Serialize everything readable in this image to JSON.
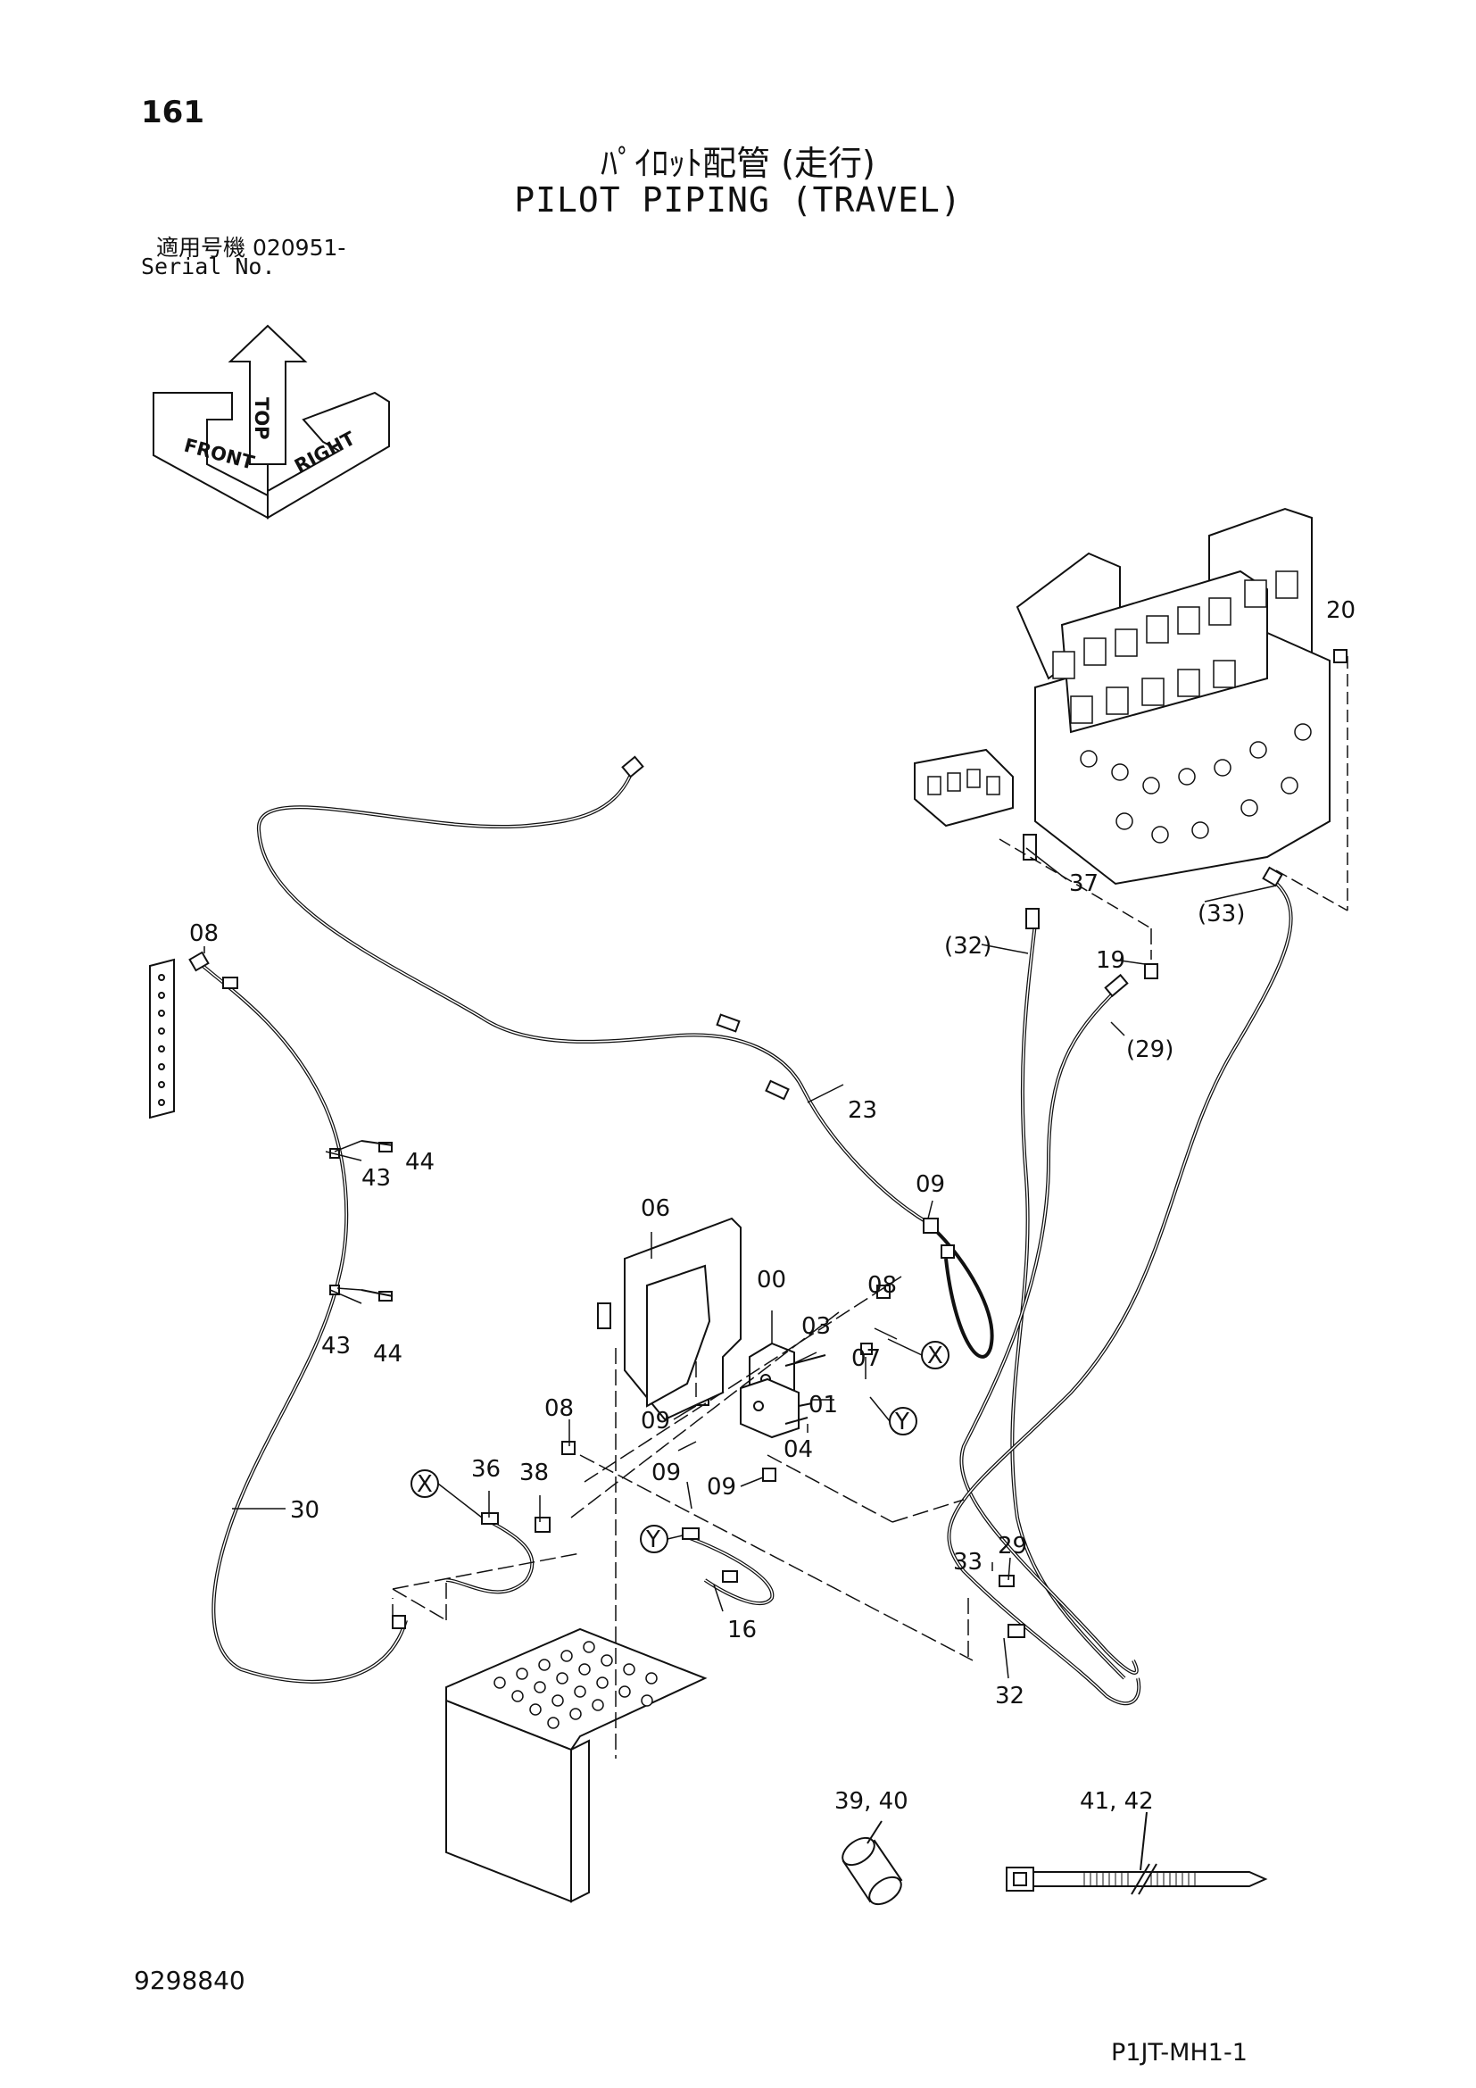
{
  "header": {
    "page_number": "161",
    "title_jp": "ﾊﾟｲﾛｯﾄ配管 (走行)",
    "title_en": "PILOT PIPING (TRAVEL)",
    "serial_label_jp": "適用号機  020951-",
    "serial_label_en": "Serial No."
  },
  "orientation": {
    "top": "TOP",
    "front": "FRONT",
    "right": "RIGHT"
  },
  "callouts": {
    "p20": "20",
    "p37": "37",
    "p33_ref": "(33)",
    "p32_ref": "(32)",
    "p19": "19",
    "p29_ref": "(29)",
    "p08_top": "08",
    "p23": "23",
    "p44_a": "44",
    "p43_a": "43",
    "p09_top": "09",
    "p06": "06",
    "p00": "00",
    "p08_mid": "08",
    "p03": "03",
    "p07": "07",
    "p43_b": "43",
    "p44_b": "44",
    "p01": "01",
    "p08_low": "08",
    "p09_a": "09",
    "p04": "04",
    "p36": "36",
    "p38": "38",
    "p09_b": "09",
    "p09_c": "09",
    "p30": "30",
    "p33": "33",
    "p29": "29",
    "p16": "16",
    "p32": "32",
    "p39_40": "39, 40",
    "p41_42": "41, 42"
  },
  "connection_marks": {
    "x_left": "X",
    "x_right": "X",
    "y_left": "Y",
    "y_right": "Y"
  },
  "footer": {
    "document_number": "9298840",
    "sheet_code": "P1JT-MH1-1"
  }
}
